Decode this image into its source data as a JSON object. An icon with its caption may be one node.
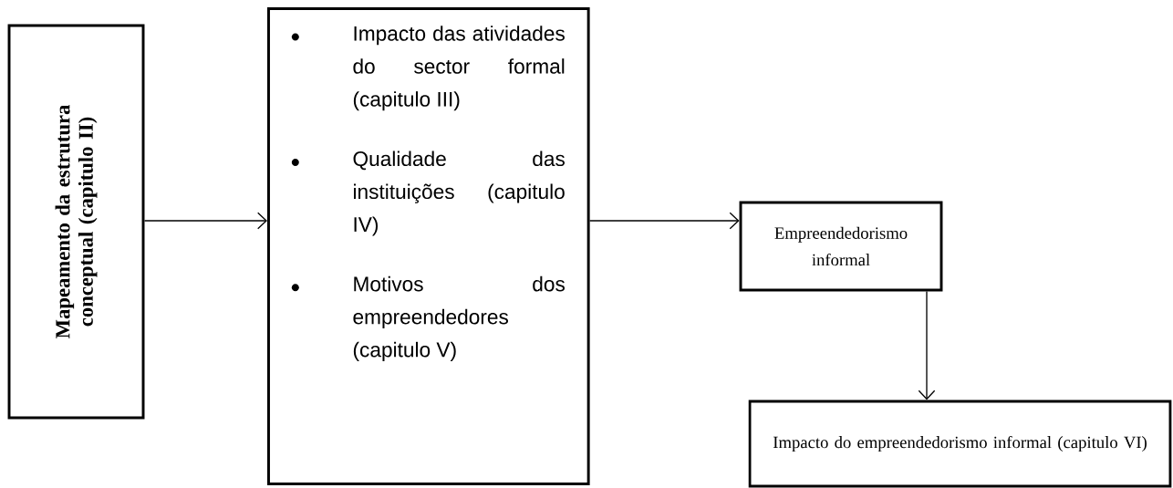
{
  "diagram": {
    "nodes": [
      {
        "text": [
          "Mapeamento da estrutura conceptual (capitulo II)"
        ]
      },
      {
        "text": [
          "Impacto das atividades do sector formal (capitulo III)",
          "Qualidade das instituições (capitulo IV)",
          "Motivos dos empreendedores (capitulo V)"
        ]
      },
      {
        "text": [
          "Empreendedorismo informal"
        ]
      },
      {
        "text": [
          "Impacto do empreendedorismo informal (capitulo VI)"
        ]
      }
    ],
    "edges": [
      {
        "from": 0,
        "to": 1,
        "arrow": "to"
      },
      {
        "from": 1,
        "to": 2,
        "arrow": "to"
      },
      {
        "from": 2,
        "to": 3,
        "arrow": "to"
      }
    ]
  }
}
